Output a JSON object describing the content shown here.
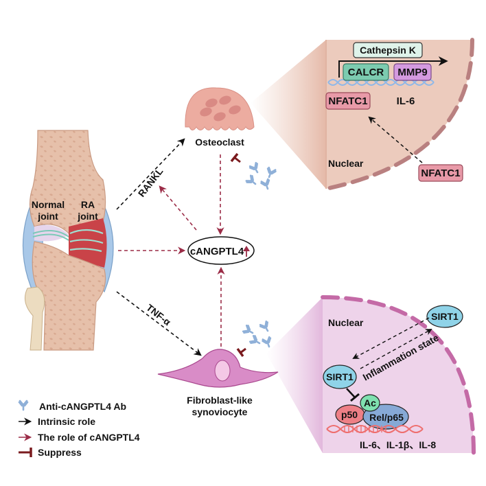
{
  "colors": {
    "intrinsic_arrow": "#111111",
    "cangptl4_arrow": "#9b2c47",
    "suppress": "#7a1a1e",
    "antibody": "#8fb0d8",
    "osteoclast_zoom": "#eccbbd",
    "osteoclast_nucleus_border": "#b98080",
    "synoviocyte_zoom": "#eed3ea",
    "synoviocyte_nucleus_border": "#c46aa6",
    "calcr": "#7ccbb0",
    "mmp9": "#d49ae0",
    "nfatc1": "#e89aa8",
    "cathepsin": "#dff3ea",
    "sirt1": "#8fd3e8",
    "relp65": "#86a9d6",
    "p50": "#ee7f86",
    "ac": "#7fe0b0"
  },
  "joint": {
    "normal_label_line1": "Normal",
    "normal_label_line2": "joint",
    "ra_label_line1": "RA",
    "ra_label_line2": "joint"
  },
  "center": {
    "cangptl4_label": "cANGPTL4",
    "up_arrow": "↑"
  },
  "pathways": {
    "rankl_label": "RANKL",
    "tnf_label": "TNF-α"
  },
  "osteoclast": {
    "label": "Osteoclast",
    "zoom": {
      "nuclear_label": "Nuclear",
      "cathepsin_label": "Cathepsin K",
      "calcr_label": "CALCR",
      "mmp9_label": "MMP9",
      "nfatc1_dna_label": "NFATC1",
      "il6_label": "IL-6",
      "nfatc1_outside_label": "NFATC1"
    }
  },
  "synoviocyte": {
    "label_line1": "Fibroblast-like",
    "label_line2": "synoviocyte",
    "zoom": {
      "nuclear_label": "Nuclear",
      "sirt1_outside_label": "SIRT1",
      "sirt1_inside_label": "SIRT1",
      "inflammation_label": "Inflammation state",
      "ac_label": "Ac",
      "p50_label": "p50",
      "relp65_label": "Rel/p65",
      "cytokines_label": "IL-6、IL-1β、IL-8"
    }
  },
  "legend": {
    "items": [
      {
        "icon": "antibody-icon",
        "label": "Anti-cANGPTL4 Ab"
      },
      {
        "icon": "black-arrow-icon",
        "label": "Intrinsic role"
      },
      {
        "icon": "red-arrow-icon",
        "label": "The role of cANGPTL4"
      },
      {
        "icon": "suppress-icon",
        "label": "Suppress"
      }
    ]
  }
}
